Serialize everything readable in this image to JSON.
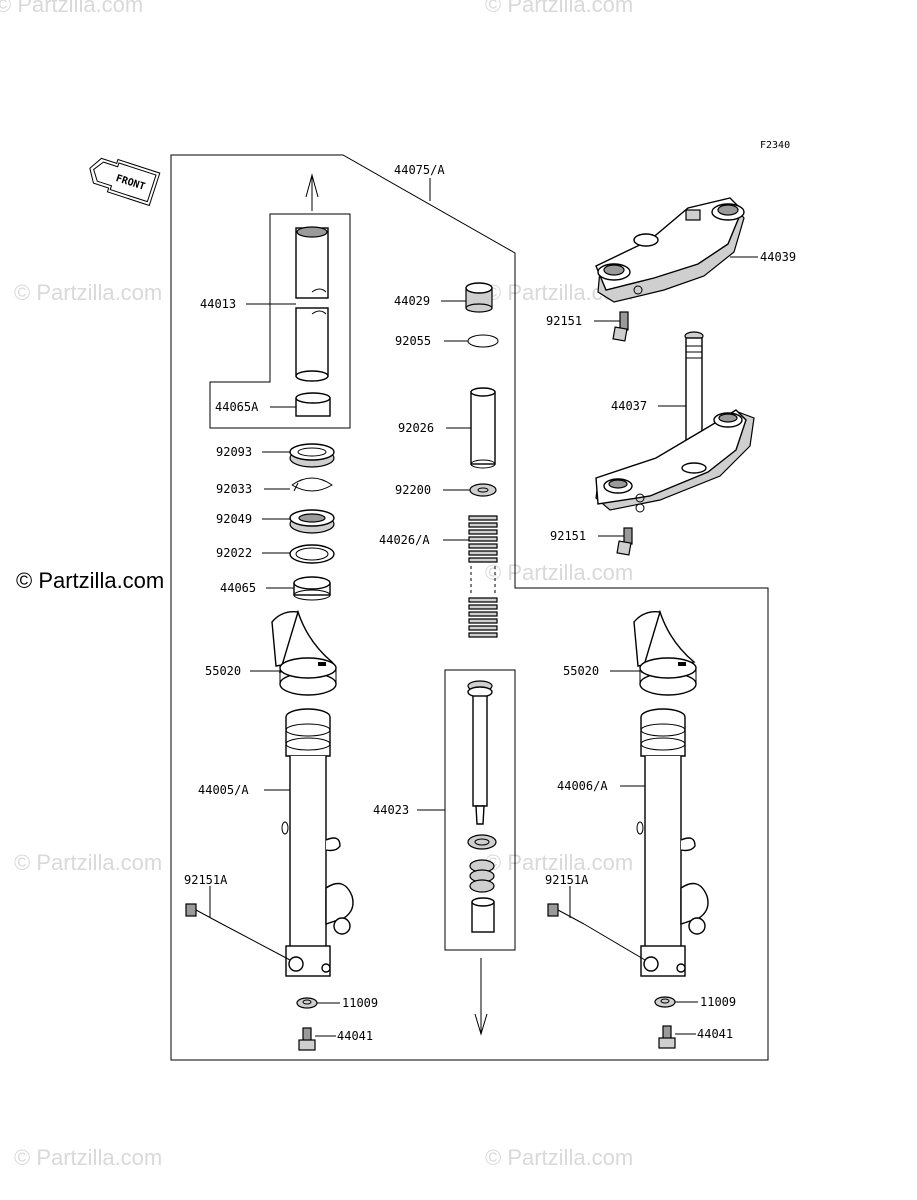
{
  "diagram_code": "F2340",
  "front_label": "FRONT",
  "watermark": "© Partzilla.com",
  "labels": {
    "p44075": "44075/A",
    "p44013": "44013",
    "p44065A": "44065A",
    "p92093": "92093",
    "p92033": "92033",
    "p92049": "92049",
    "p92022": "92022",
    "p44065": "44065",
    "p55020_left": "55020",
    "p44005": "44005/A",
    "p92151A_left": "92151A",
    "p11009_left": "11009",
    "p44041_left": "44041",
    "p44029": "44029",
    "p92055": "92055",
    "p92026": "92026",
    "p92200": "92200",
    "p44026": "44026/A",
    "p44023": "44023",
    "p44039": "44039",
    "p92151_top": "92151",
    "p44037": "44037",
    "p92151_mid": "92151",
    "p55020_right": "55020",
    "p44006": "44006/A",
    "p92151A_right": "92151A",
    "p11009_right": "11009",
    "p44041_right": "44041"
  }
}
